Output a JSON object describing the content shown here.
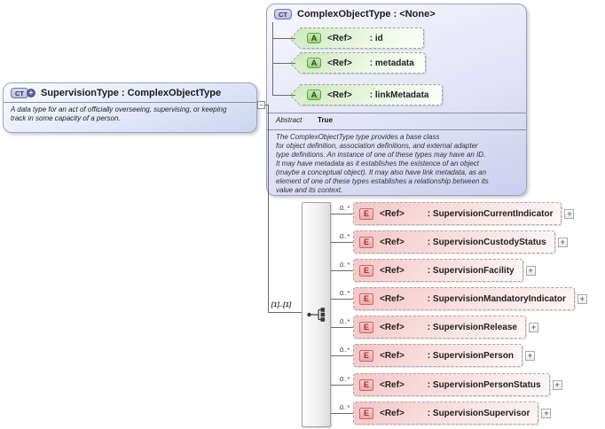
{
  "colors": {
    "type_box_fill": "#dce3f7",
    "base_type_fill": "#dcdef4",
    "attribute_fill": "#d4ecc4",
    "element_fill": "#f5c6c6",
    "type_icon_fill": "#c9c9ec",
    "type_icon_border": "#7272b0",
    "attr_icon_fill": "#a9da8c",
    "element_icon_fill": "#f3b4b4",
    "connector_line": "#6b6b6b"
  },
  "type_box": {
    "icon": "CT",
    "plus_badge": "+",
    "title": "SupervisionType : ComplexObjectType",
    "description": "A data type for an act of officially overseeing, supervising, or keeping\ntrack in some capacity of a person."
  },
  "collapse_glyph": "−",
  "expand_glyph": "+",
  "base_type_box": {
    "icon": "CT",
    "title": "ComplexObjectType : <None>",
    "attributes": [
      {
        "icon": "A",
        "ref_label": "<Ref>",
        "name": ": id"
      },
      {
        "icon": "A",
        "ref_label": "<Ref>",
        "name": ": metadata"
      },
      {
        "icon": "A",
        "ref_label": "<Ref>",
        "name": ": linkMetadata"
      }
    ],
    "abstract_label": "Abstract",
    "abstract_value": "True",
    "documentation": "The ComplexObjectType type provides a base class\nfor object definition, association definitions, and external adapter\ntype definitions. An instance of one of these types may have an ID.\nIt may have metadata as it establishes the existence of an object\n(maybe a conceptual object). It may also have link metadata, as an\nelement of one of these types establishes a relationship between its\nvalue and its context."
  },
  "sequence": {
    "cardinality": "[1]..[1]"
  },
  "elements": [
    {
      "icon": "E",
      "ref_label": "<Ref>",
      "name": ": SupervisionCurrentIndicator",
      "cardinality": "0..*"
    },
    {
      "icon": "E",
      "ref_label": "<Ref>",
      "name": ": SupervisionCustodyStatus",
      "cardinality": "0..*"
    },
    {
      "icon": "E",
      "ref_label": "<Ref>",
      "name": ": SupervisionFacility",
      "cardinality": "0..*"
    },
    {
      "icon": "E",
      "ref_label": "<Ref>",
      "name": ": SupervisionMandatoryIndicator",
      "cardinality": "0..*"
    },
    {
      "icon": "E",
      "ref_label": "<Ref>",
      "name": ": SupervisionRelease",
      "cardinality": "0..*"
    },
    {
      "icon": "E",
      "ref_label": "<Ref>",
      "name": ": SupervisionPerson",
      "cardinality": "0..*"
    },
    {
      "icon": "E",
      "ref_label": "<Ref>",
      "name": ": SupervisionPersonStatus",
      "cardinality": "0..*"
    },
    {
      "icon": "E",
      "ref_label": "<Ref>",
      "name": ": SupervisionSupervisor",
      "cardinality": "0..*"
    }
  ]
}
